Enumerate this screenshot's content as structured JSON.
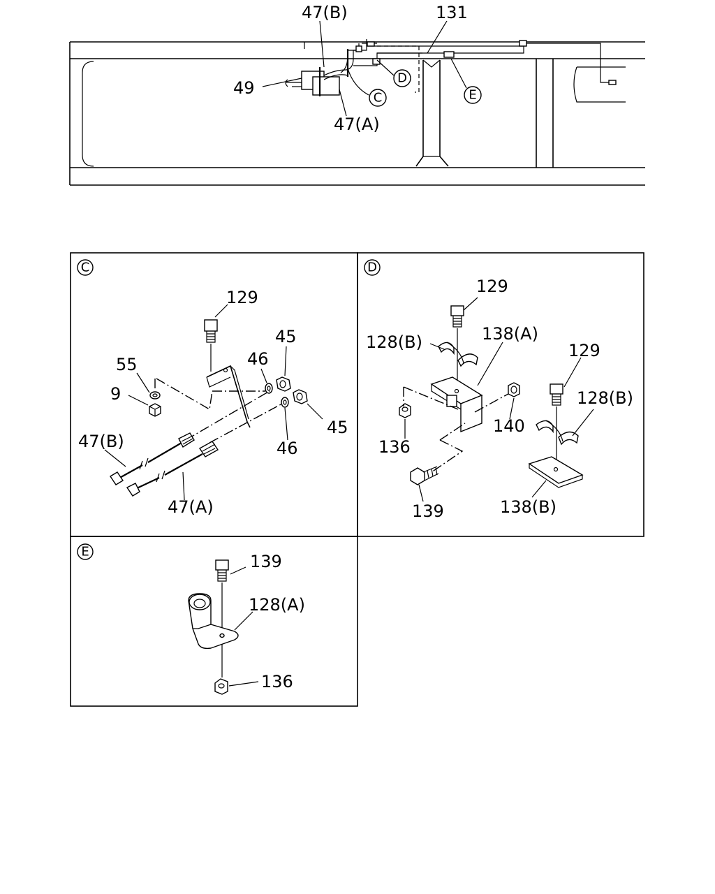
{
  "overview": {
    "labels": {
      "p47b": "47(B)",
      "p131": "131",
      "p49": "49",
      "p47a": "47(A)"
    },
    "callouts": {
      "c": "C",
      "d": "D",
      "e": "E"
    }
  },
  "panel_c": {
    "tag": "C",
    "labels": {
      "p129": "129",
      "p55": "55",
      "p9": "9",
      "p46_top": "46",
      "p45_top": "45",
      "p45_right": "45",
      "p46_bottom": "46",
      "p47b": "47(B)",
      "p47a": "47(A)"
    }
  },
  "panel_d": {
    "tag": "D",
    "labels": {
      "p129_left": "129",
      "p128b_left": "128(B)",
      "p138a": "138(A)",
      "p129_right": "129",
      "p128b_right": "128(B)",
      "p136": "136",
      "p140": "140",
      "p139": "139",
      "p138b": "138(B)"
    }
  },
  "panel_e": {
    "tag": "E",
    "labels": {
      "p139": "139",
      "p128a": "128(A)",
      "p136": "136"
    }
  }
}
